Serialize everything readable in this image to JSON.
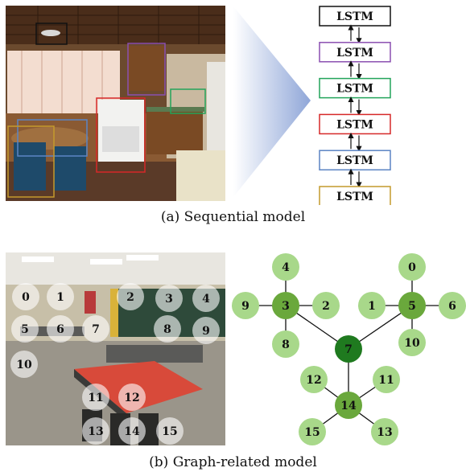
{
  "part_a": {
    "caption": "(a) Sequential model",
    "lstm_boxes": [
      {
        "label": "LSTM",
        "color": "#111111"
      },
      {
        "label": "LSTM",
        "color": "#8a4fb0"
      },
      {
        "label": "LSTM",
        "color": "#22a45a"
      },
      {
        "label": "LSTM",
        "color": "#d62828"
      },
      {
        "label": "LSTM",
        "color": "#5b84c4"
      },
      {
        "label": "LSTM",
        "color": "#c49a2c"
      }
    ]
  },
  "part_b": {
    "caption": "(b) Graph-related model",
    "photo_tokens": [
      "0",
      "1",
      "2",
      "3",
      "4",
      "5",
      "6",
      "7",
      "8",
      "9",
      "10",
      "11",
      "12",
      "13",
      "14",
      "15"
    ],
    "graph": {
      "nodes": [
        {
          "id": "4"
        },
        {
          "id": "3"
        },
        {
          "id": "9"
        },
        {
          "id": "2"
        },
        {
          "id": "8"
        },
        {
          "id": "0"
        },
        {
          "id": "5"
        },
        {
          "id": "1"
        },
        {
          "id": "6"
        },
        {
          "id": "10"
        },
        {
          "id": "7"
        },
        {
          "id": "12"
        },
        {
          "id": "11"
        },
        {
          "id": "14"
        },
        {
          "id": "15"
        },
        {
          "id": "13"
        }
      ],
      "edges": [
        [
          "3",
          "4"
        ],
        [
          "3",
          "9"
        ],
        [
          "3",
          "2"
        ],
        [
          "3",
          "8"
        ],
        [
          "5",
          "0"
        ],
        [
          "5",
          "1"
        ],
        [
          "5",
          "6"
        ],
        [
          "5",
          "10"
        ],
        [
          "3",
          "7"
        ],
        [
          "5",
          "7"
        ],
        [
          "7",
          "14"
        ],
        [
          "14",
          "12"
        ],
        [
          "14",
          "11"
        ],
        [
          "14",
          "15"
        ],
        [
          "14",
          "13"
        ]
      ],
      "colors": {
        "leaf": "#a8d88a",
        "hub": "#6aa83c",
        "center": "#1f7a1f"
      }
    }
  }
}
